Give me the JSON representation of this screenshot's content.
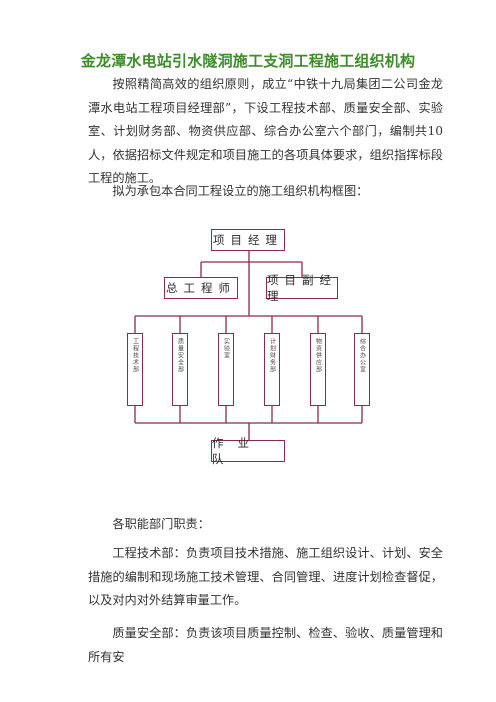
{
  "document": {
    "title": "金龙潭水电站引水隧洞施工支洞工程施工组织机构",
    "paragraphs": [
      "按照精简高效的组织原则，成立“中铁十九局集团二公司金龙潭水电站工程项目经理部”，下设工程技术部、质量安全部、实验室、计划财务部、物资供应部、综合办公室六个部门，编制共10人，依据招标文件规定和项目施工的各项具体要求，组织指挥标段工程的施工。",
      "拟为承包本合同工程设立的施工组织机构框图：",
      "各职能部门职责：",
      "工程技术部：负责项目技术措施、施工组织设计、计划、安全措施的编制和现场施工技术管理、合同管理、进度计划检查督促，以及对内对外结算审量工作。",
      "质量安全部：负责该项目质量控制、检查、验收、质量管理和所有安"
    ]
  },
  "org_chart": {
    "top": "项目经理",
    "second": [
      "总工程师",
      "项目副经理"
    ],
    "departments": [
      "工程技术部",
      "质量安全部",
      "实验室",
      "计划财务部",
      "物资供应部",
      "综合办公室"
    ],
    "bottom": "作业队",
    "line_color": "#8b2b4b"
  },
  "colors": {
    "title": "#3e8c2a",
    "text": "#333333",
    "border": "#8b2b4b"
  }
}
